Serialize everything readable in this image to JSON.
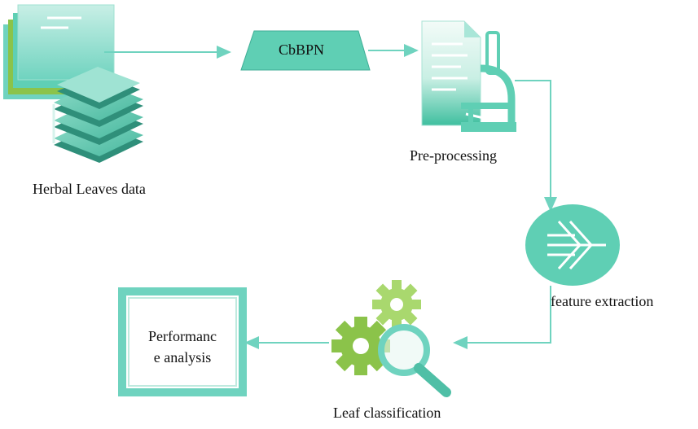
{
  "nodes": {
    "herbal": {
      "label": "Herbal Leaves data",
      "icon": "document-stack-icon"
    },
    "cbbpn": {
      "label": "CbBPN"
    },
    "preprocessing": {
      "label": "Pre-processing",
      "icon": "microscope-document-icon"
    },
    "feature": {
      "label": "feature extraction",
      "icon": "merge-arrows-icon"
    },
    "classification": {
      "label": "Leaf classification",
      "icon": "gears-magnifier-icon"
    },
    "performance": {
      "label_line1": "Performanc",
      "label_line2": "e analysis"
    }
  },
  "colors": {
    "accent": "#5fcfb4",
    "accent_dark": "#3fae96",
    "green": "#8bc34a",
    "arrow": "#6fd3bf"
  }
}
